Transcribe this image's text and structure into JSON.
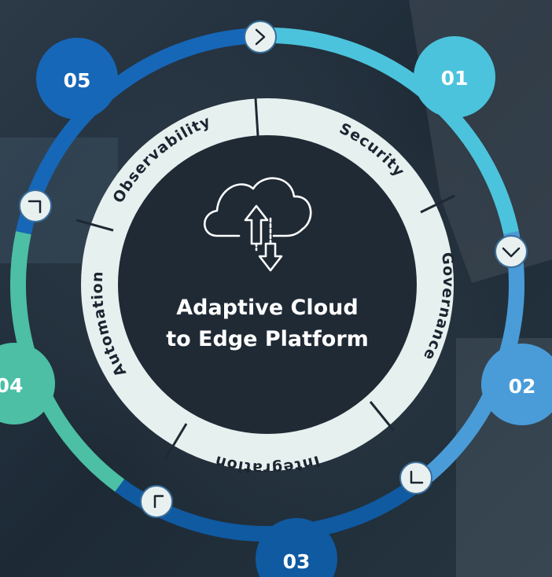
{
  "center": {
    "line1": "Adaptive Cloud",
    "line2": "to Edge Platform",
    "icon": "cloud-upload-download-icon"
  },
  "pillars": [
    {
      "label": "Security"
    },
    {
      "label": "Governance"
    },
    {
      "label": "Integration"
    },
    {
      "label": "Automation"
    },
    {
      "label": "Observability"
    }
  ],
  "steps": [
    {
      "number": "01",
      "color": "#4cc3dc"
    },
    {
      "number": "02",
      "color": "#4a9cd8"
    },
    {
      "number": "03",
      "color": "#0f5aa1"
    },
    {
      "number": "04",
      "color": "#4cbfa5"
    },
    {
      "number": "05",
      "color": "#1667b8"
    }
  ],
  "arrow_icons": [
    "chevron-right-icon",
    "chevron-down-icon",
    "chevron-down-left-icon",
    "chevron-left-icon",
    "chevron-up-left-icon"
  ],
  "colors": {
    "inner_ring": "#e6f0ef",
    "inner_ring_text": "#1b2430",
    "ring_divider": "#1e2933",
    "center_text": "#ffffff"
  }
}
